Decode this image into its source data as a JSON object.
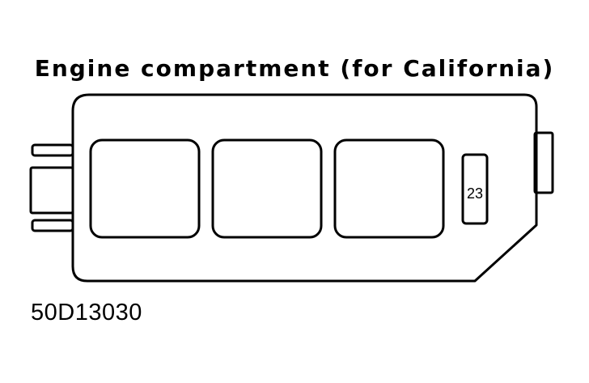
{
  "title": "Engine compartment (for California)",
  "fuse_number": "23",
  "figure_code": "50D13030",
  "colors": {
    "ink": "#000000",
    "background": "#ffffff"
  }
}
